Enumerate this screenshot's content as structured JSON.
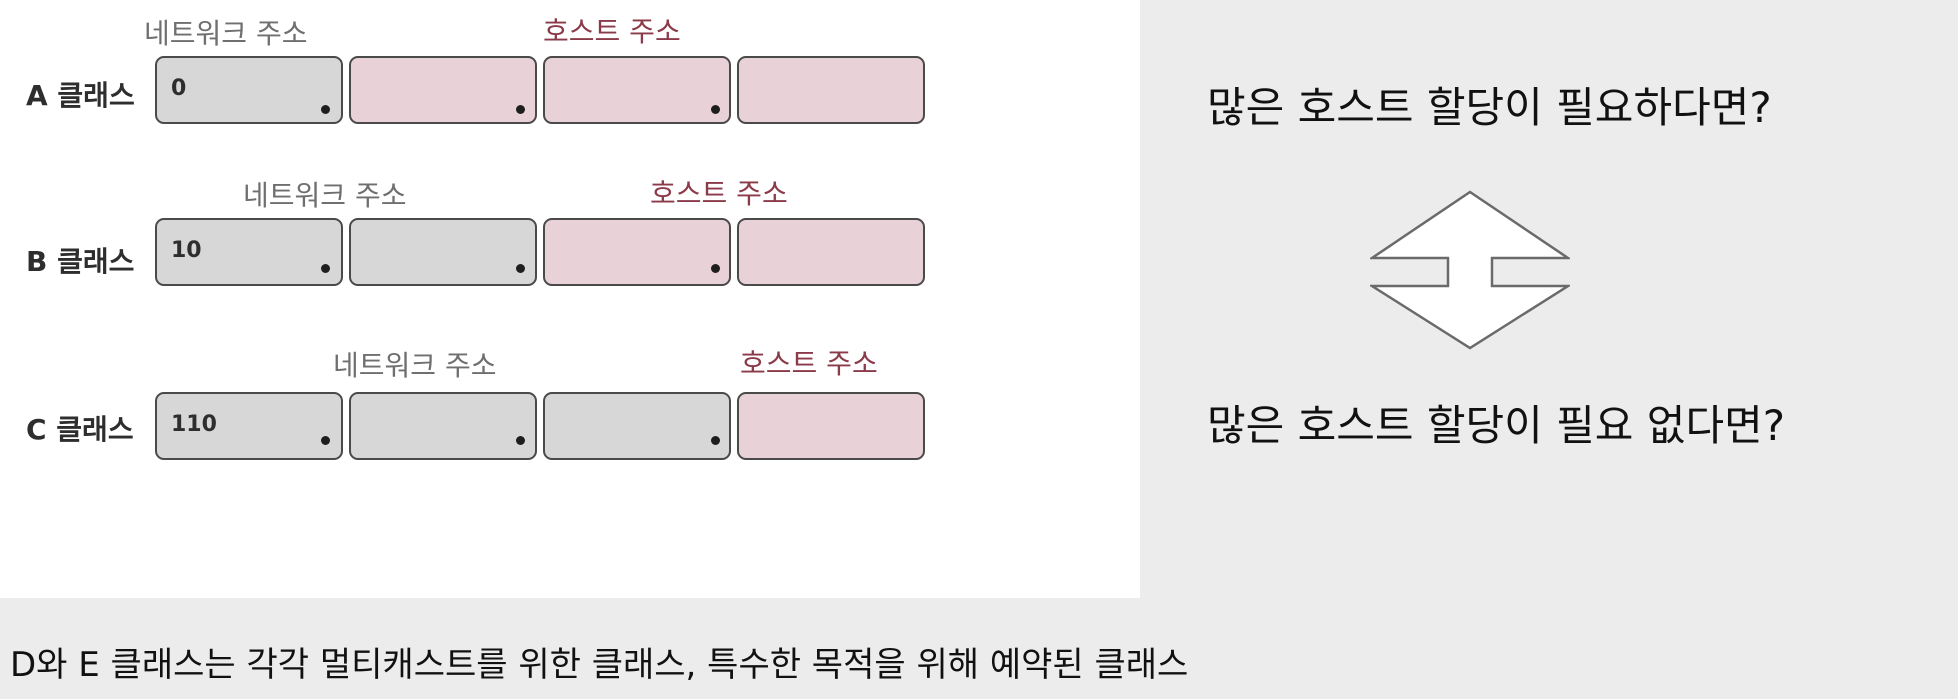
{
  "rows": [
    {
      "class_label": "A 클래스",
      "network_label": "네트워크 주소",
      "host_label": "호스트 주소",
      "first_octet": "0",
      "octets": [
        "network",
        "host",
        "host",
        "host"
      ]
    },
    {
      "class_label": "B 클래스",
      "network_label": "네트워크 주소",
      "host_label": "호스트 주소",
      "first_octet": "10",
      "octets": [
        "network",
        "network",
        "host",
        "host"
      ]
    },
    {
      "class_label": "C 클래스",
      "network_label": "네트워크 주소",
      "host_label": "호스트 주소",
      "first_octet": "110",
      "octets": [
        "network",
        "network",
        "network",
        "host"
      ]
    }
  ],
  "questions": {
    "top": "많은 호스트 할당이 필요하다면?",
    "bottom": "많은 호스트 할당이 필요 없다면?"
  },
  "footer": "D와 E 클래스는 각각 멀티캐스트를 위한 클래스, 특수한 목적을 위해 예약된 클래스",
  "colors": {
    "network_fill": "#d7d7d7",
    "host_fill": "#e9d2d7",
    "host_label": "#8b3a49",
    "network_label": "#6f6f6f"
  },
  "icons": {
    "double_arrow": "vertical-double-arrow-icon"
  }
}
